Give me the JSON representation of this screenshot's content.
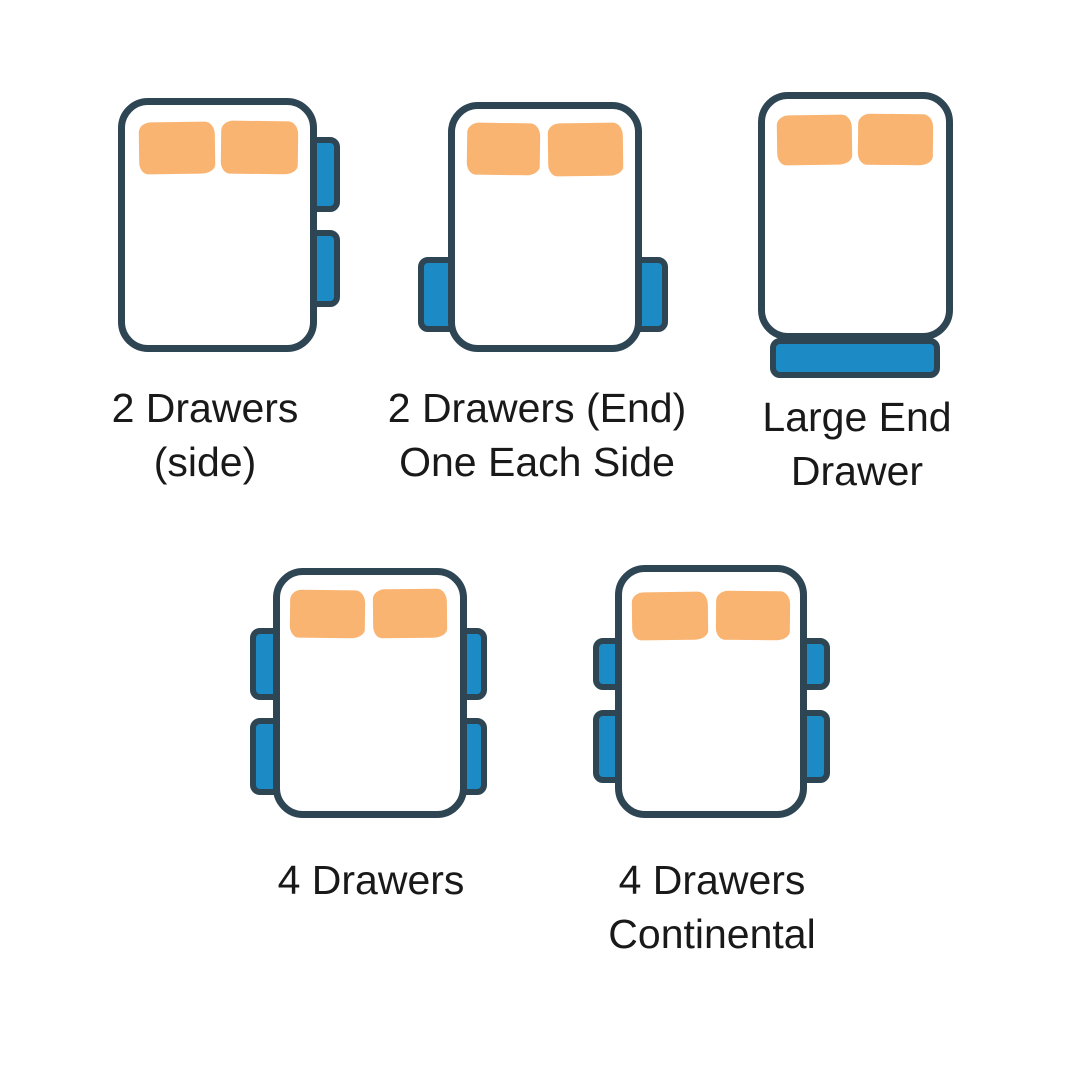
{
  "colors": {
    "outline": "#2e4554",
    "drawer": "#1c8bc5",
    "pillow": "#f9b472",
    "text": "#191919",
    "background": "#ffffff"
  },
  "figures": [
    {
      "id": "two-drawers-side",
      "icon": "bed-2-drawers-side-icon",
      "label_lines": [
        "2 Drawers",
        "(side)"
      ]
    },
    {
      "id": "two-drawers-end-one-each-side",
      "icon": "bed-2-drawers-end-icon",
      "label_lines": [
        "2 Drawers (End)",
        "One Each Side"
      ]
    },
    {
      "id": "large-end-drawer",
      "icon": "bed-large-end-drawer-icon",
      "label_lines": [
        "Large End",
        "Drawer"
      ]
    },
    {
      "id": "four-drawers",
      "icon": "bed-4-drawers-icon",
      "label_lines": [
        "4 Drawers"
      ]
    },
    {
      "id": "four-drawers-continental",
      "icon": "bed-4-drawers-continental-icon",
      "label_lines": [
        "4 Drawers",
        "Continental"
      ]
    }
  ]
}
